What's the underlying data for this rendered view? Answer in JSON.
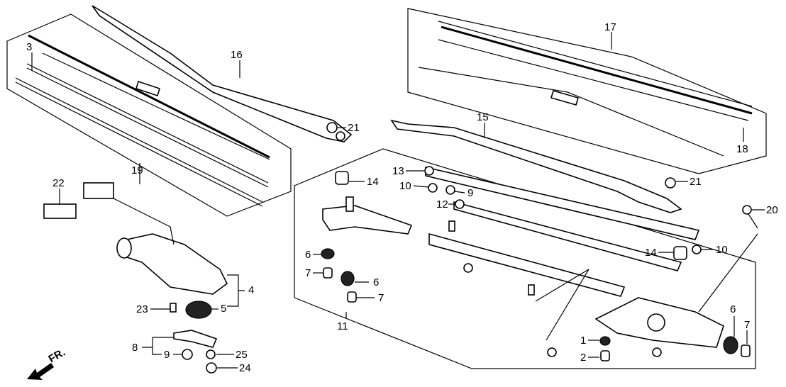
{
  "diagram": {
    "callouts": [
      {
        "id": "c3",
        "label": "3"
      },
      {
        "id": "c16",
        "label": "16"
      },
      {
        "id": "c21a",
        "label": "21"
      },
      {
        "id": "c19",
        "label": "19"
      },
      {
        "id": "c22",
        "label": "22"
      },
      {
        "id": "c17",
        "label": "17"
      },
      {
        "id": "c15",
        "label": "15"
      },
      {
        "id": "c18",
        "label": "18"
      },
      {
        "id": "c21b",
        "label": "21"
      },
      {
        "id": "c13",
        "label": "13"
      },
      {
        "id": "c14a",
        "label": "14"
      },
      {
        "id": "c10a",
        "label": "10"
      },
      {
        "id": "c9a",
        "label": "9"
      },
      {
        "id": "c12",
        "label": "12"
      },
      {
        "id": "c20",
        "label": "20"
      },
      {
        "id": "c14b",
        "label": "14"
      },
      {
        "id": "c10b",
        "label": "10"
      },
      {
        "id": "c6a",
        "label": "6"
      },
      {
        "id": "c7a",
        "label": "7"
      },
      {
        "id": "c6b",
        "label": "6"
      },
      {
        "id": "c7b",
        "label": "7"
      },
      {
        "id": "c4",
        "label": "4"
      },
      {
        "id": "c5",
        "label": "5"
      },
      {
        "id": "c23",
        "label": "23"
      },
      {
        "id": "c11",
        "label": "11"
      },
      {
        "id": "c6c",
        "label": "6"
      },
      {
        "id": "c7c",
        "label": "7"
      },
      {
        "id": "c1",
        "label": "1"
      },
      {
        "id": "c2",
        "label": "2"
      },
      {
        "id": "c8",
        "label": "8"
      },
      {
        "id": "c9b",
        "label": "9"
      },
      {
        "id": "c25",
        "label": "25"
      },
      {
        "id": "c24",
        "label": "24"
      }
    ],
    "direction_label": "FR.",
    "icons": [
      "front-direction-arrow-icon"
    ]
  }
}
